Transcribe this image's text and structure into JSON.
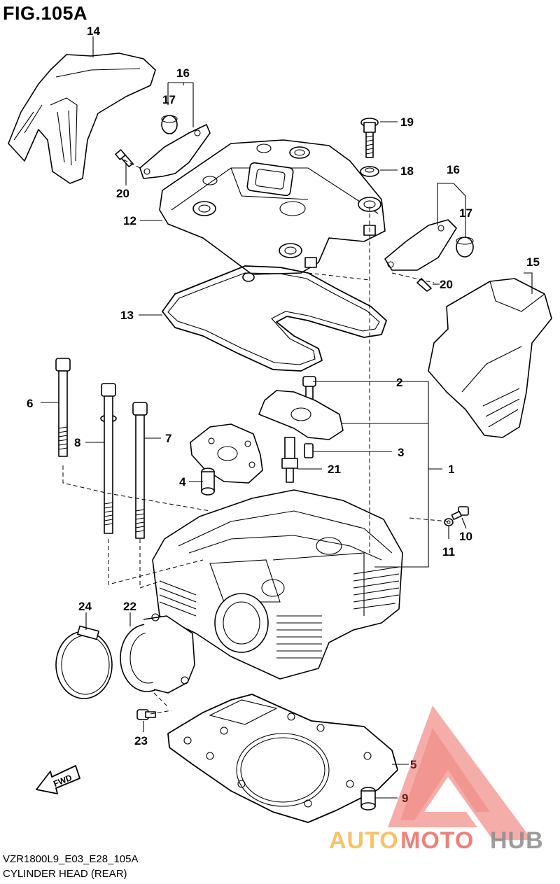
{
  "figure_title": "FIG.105A",
  "callouts": {
    "c1": "1",
    "c2": "2",
    "c3": "3",
    "c4": "4",
    "c5": "5",
    "c6": "6",
    "c7": "7",
    "c8": "8",
    "c9": "9",
    "c10": "10",
    "c11": "11",
    "c12": "12",
    "c13": "13",
    "c14": "14",
    "c15": "15",
    "c16a": "16",
    "c16b": "16",
    "c17a": "17",
    "c17b": "17",
    "c18": "18",
    "c19": "19",
    "c20a": "20",
    "c20b": "20",
    "c21": "21",
    "c22": "22",
    "c23": "23",
    "c24": "24"
  },
  "fwd_label": "FWD",
  "drawing_code": "VZR1800L9_E03_E28_105A",
  "caption": "CYLINDER HEAD (REAR)",
  "watermark": {
    "auto": "AUTO",
    "moto": "MOTO",
    "hub": "HUB"
  },
  "colors": {
    "watermark_red": "#e8453c",
    "watermark_orange": "#f5a623",
    "watermark_grey": "#6d6e71"
  }
}
